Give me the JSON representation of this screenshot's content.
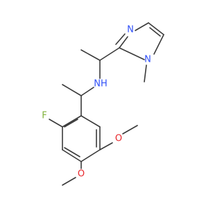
{
  "molecule": {
    "atoms": {
      "n_imine": "N",
      "n_methyl": "N",
      "n_amine": "NH",
      "fluorine": "F",
      "o_upper": "O",
      "o_lower": "O"
    },
    "colors": {
      "bond": "#3a3a3a",
      "nitrogen": "#3050f8",
      "fluorine": "#7fb23a",
      "oxygen": "#e8262b"
    }
  }
}
